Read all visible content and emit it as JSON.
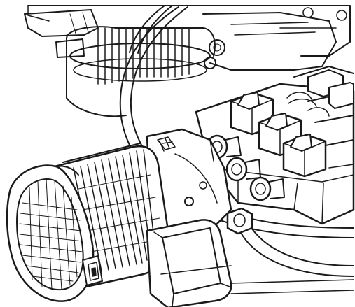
{
  "figure": {
    "kind": "line-art technical illustration",
    "subject_parts": [
      "electric-motor",
      "motor-fan-cover",
      "cooling-fins",
      "terminal-box",
      "hydraulic-pump",
      "solenoid-valve-block",
      "solenoid-coil",
      "hose-fitting",
      "flexible-hose",
      "gear-housing"
    ],
    "colors": {
      "ink": "#1a1a1a",
      "paper": "#ffffff",
      "shade": "#d8d8d8"
    }
  }
}
